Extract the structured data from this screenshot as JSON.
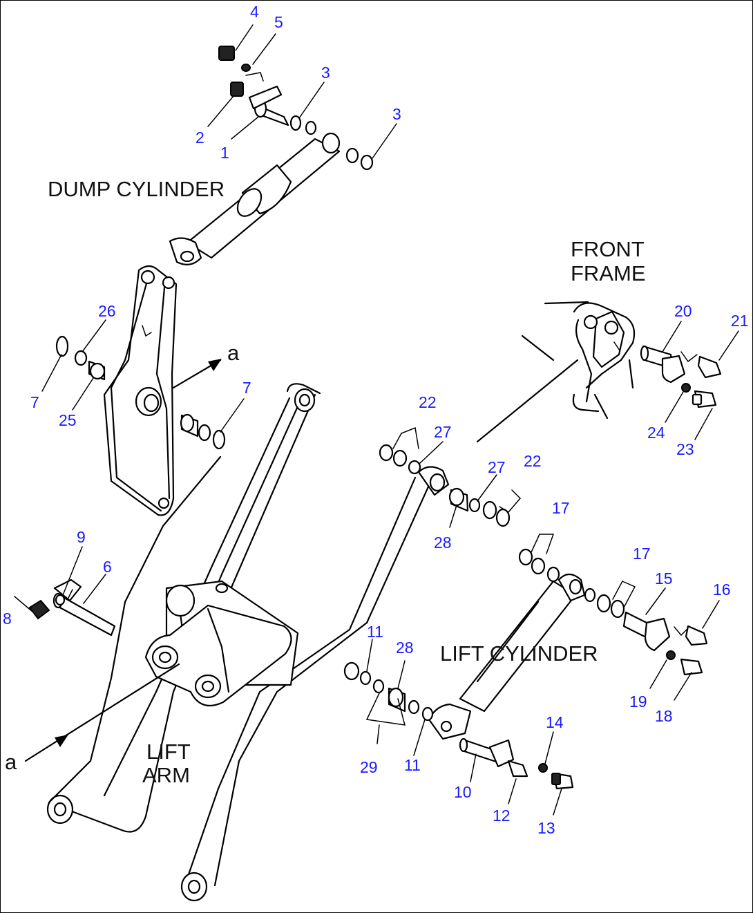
{
  "labels": {
    "dump_cylinder": "DUMP CYLINDER",
    "front_frame_1": "FRONT",
    "front_frame_2": "FRAME",
    "lift_cylinder": "LIFT CYLINDER",
    "lift_arm_1": "LIFT",
    "lift_arm_2": "ARM",
    "ref_a": "a"
  },
  "callouts": [
    {
      "id": "c4",
      "text": "4"
    },
    {
      "id": "c5",
      "text": "5"
    },
    {
      "id": "c3a",
      "text": "3"
    },
    {
      "id": "c3b",
      "text": "3"
    },
    {
      "id": "c2",
      "text": "2"
    },
    {
      "id": "c1",
      "text": "1"
    },
    {
      "id": "c26",
      "text": "26"
    },
    {
      "id": "c7a",
      "text": "7"
    },
    {
      "id": "c25",
      "text": "25"
    },
    {
      "id": "c7b",
      "text": "7"
    },
    {
      "id": "c20",
      "text": "20"
    },
    {
      "id": "c21",
      "text": "21"
    },
    {
      "id": "c24",
      "text": "24"
    },
    {
      "id": "c23",
      "text": "23"
    },
    {
      "id": "c22a",
      "text": "22"
    },
    {
      "id": "c27a",
      "text": "27"
    },
    {
      "id": "c27b",
      "text": "27"
    },
    {
      "id": "c22b",
      "text": "22"
    },
    {
      "id": "c28a",
      "text": "28"
    },
    {
      "id": "c17a",
      "text": "17"
    },
    {
      "id": "c17b",
      "text": "17"
    },
    {
      "id": "c15",
      "text": "15"
    },
    {
      "id": "c16",
      "text": "16"
    },
    {
      "id": "c19",
      "text": "19"
    },
    {
      "id": "c18",
      "text": "18"
    },
    {
      "id": "c9",
      "text": "9"
    },
    {
      "id": "c6",
      "text": "6"
    },
    {
      "id": "c8",
      "text": "8"
    },
    {
      "id": "c11a",
      "text": "11"
    },
    {
      "id": "c28b",
      "text": "28"
    },
    {
      "id": "c29",
      "text": "29"
    },
    {
      "id": "c11b",
      "text": "11"
    },
    {
      "id": "c14",
      "text": "14"
    },
    {
      "id": "c10",
      "text": "10"
    },
    {
      "id": "c12",
      "text": "12"
    },
    {
      "id": "c13",
      "text": "13"
    }
  ]
}
